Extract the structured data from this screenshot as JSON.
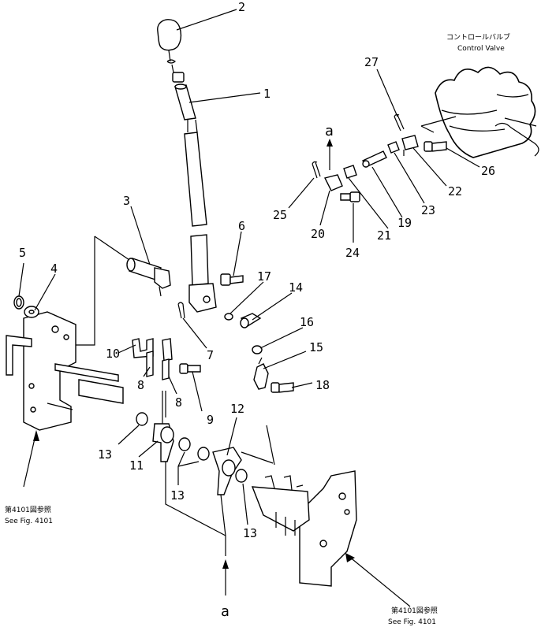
{
  "callouts": [
    {
      "id": "c1",
      "text": "1"
    },
    {
      "id": "c2",
      "text": "2"
    },
    {
      "id": "c3",
      "text": "3"
    },
    {
      "id": "c4",
      "text": "4"
    },
    {
      "id": "c5",
      "text": "5"
    },
    {
      "id": "c6",
      "text": "6"
    },
    {
      "id": "c7",
      "text": "7"
    },
    {
      "id": "c8a",
      "text": "8"
    },
    {
      "id": "c8b",
      "text": "8"
    },
    {
      "id": "c9",
      "text": "9"
    },
    {
      "id": "c10",
      "text": "10"
    },
    {
      "id": "c11",
      "text": "11"
    },
    {
      "id": "c12",
      "text": "12"
    },
    {
      "id": "c13a",
      "text": "13"
    },
    {
      "id": "c13b",
      "text": "13"
    },
    {
      "id": "c13c",
      "text": "13"
    },
    {
      "id": "c14",
      "text": "14"
    },
    {
      "id": "c15",
      "text": "15"
    },
    {
      "id": "c16",
      "text": "16"
    },
    {
      "id": "c17",
      "text": "17"
    },
    {
      "id": "c18",
      "text": "18"
    },
    {
      "id": "c19",
      "text": "19"
    },
    {
      "id": "c20",
      "text": "20"
    },
    {
      "id": "c21",
      "text": "21"
    },
    {
      "id": "c22",
      "text": "22"
    },
    {
      "id": "c23",
      "text": "23"
    },
    {
      "id": "c24",
      "text": "24"
    },
    {
      "id": "c25",
      "text": "25"
    },
    {
      "id": "c26",
      "text": "26"
    },
    {
      "id": "c27",
      "text": "27"
    }
  ],
  "refs": {
    "top_a": "a",
    "bottom_a": "a",
    "control_valve_jp": "コントロールバルブ",
    "control_valve_en": "Control Valve",
    "left_see_jp": "第4101図参照",
    "left_see_en": "See Fig. 4101",
    "right_see_jp": "第4101図参照",
    "right_see_en": "See Fig. 4101"
  }
}
